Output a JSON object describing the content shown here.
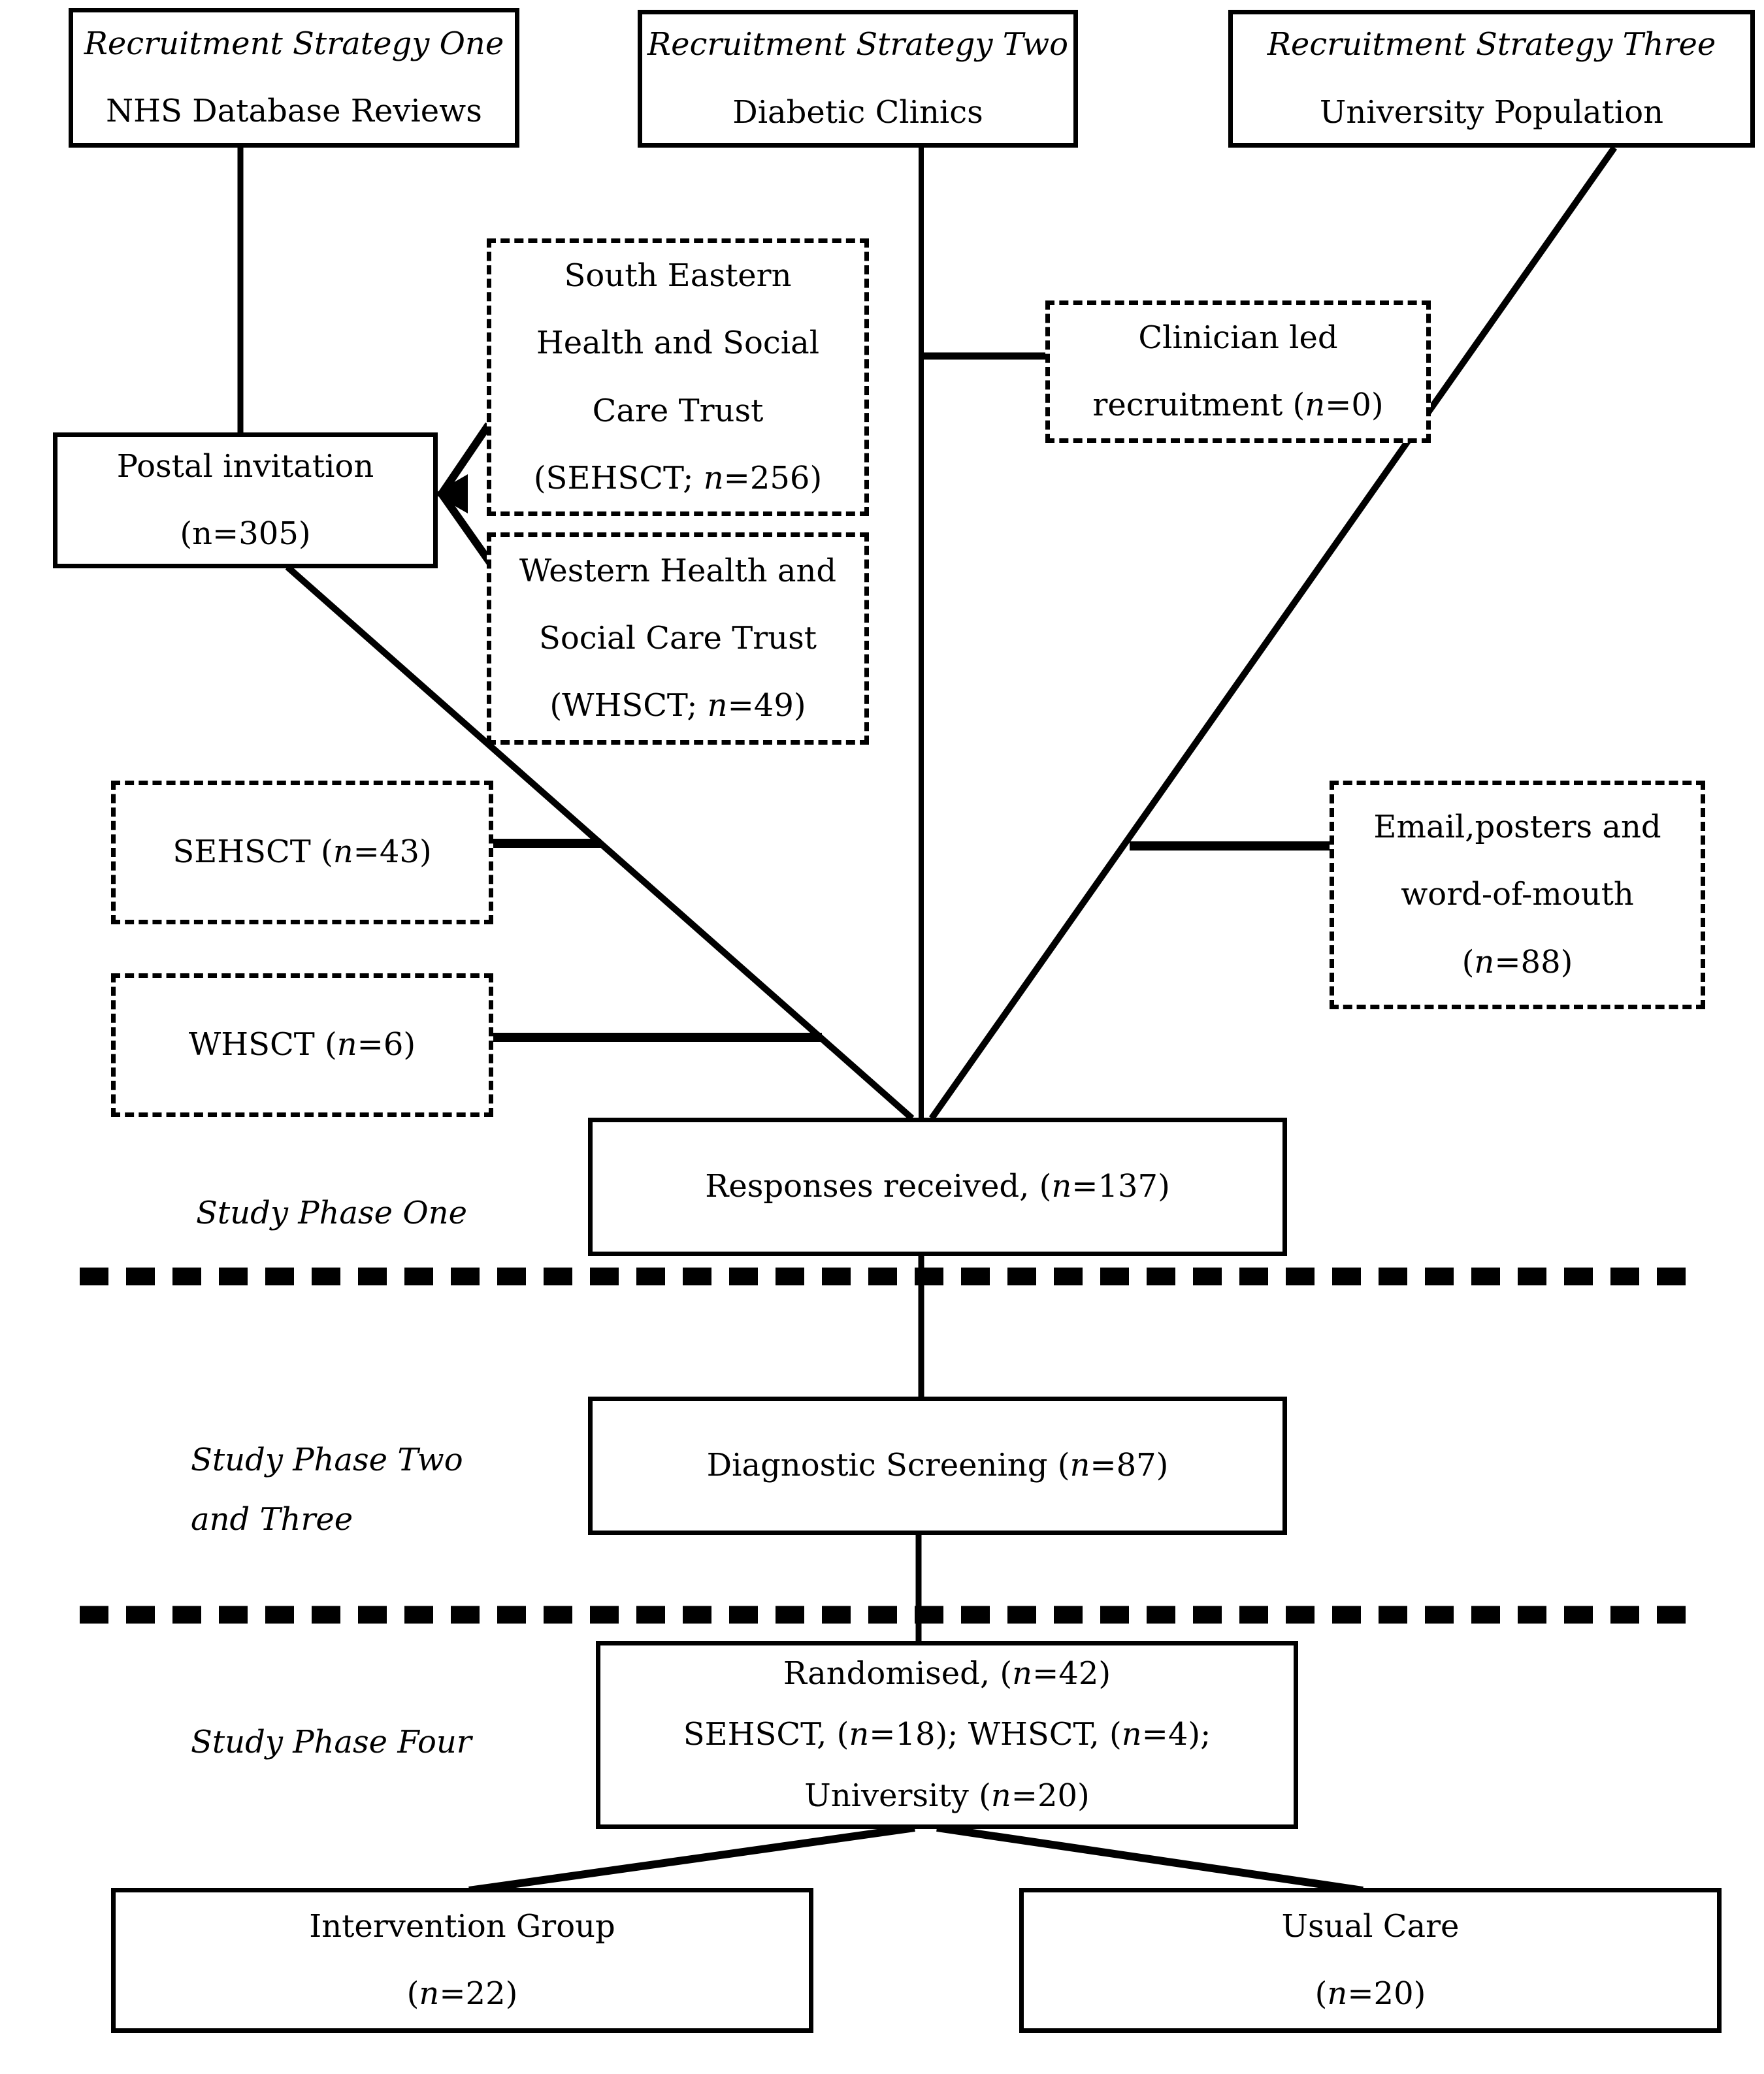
{
  "diagram": {
    "colors": {
      "line": "#000000",
      "background": "#ffffff"
    },
    "strategies": [
      {
        "title": "Recruitment Strategy One",
        "subtitle": "NHS Database Reviews"
      },
      {
        "title": "Recruitment Strategy Two",
        "subtitle": "Diabetic Clinics"
      },
      {
        "title": "Recruitment Strategy Three",
        "subtitle": "University Population"
      }
    ],
    "boxes": {
      "sehsct_db": {
        "lines": [
          [
            {
              "t": "South Eastern"
            }
          ],
          [
            {
              "t": "Health and Social"
            }
          ],
          [
            {
              "t": "Care Trust"
            }
          ],
          [
            {
              "t": "(SEHSCT; "
            },
            {
              "t": "n",
              "i": true
            },
            {
              "t": "=256)"
            }
          ]
        ]
      },
      "clinician": {
        "lines": [
          [
            {
              "t": "Clinician led"
            }
          ],
          [
            {
              "t": "recruitment ("
            },
            {
              "t": "n",
              "i": true
            },
            {
              "t": "=0)"
            }
          ]
        ]
      },
      "postal": {
        "lines": [
          [
            {
              "t": "Postal invitation"
            }
          ],
          [
            {
              "t": "(n=305)"
            }
          ]
        ]
      },
      "whsct_db": {
        "lines": [
          [
            {
              "t": "Western Health and"
            }
          ],
          [
            {
              "t": "Social Care Trust"
            }
          ],
          [
            {
              "t": "(WHSCT; "
            },
            {
              "t": "n",
              "i": true
            },
            {
              "t": "=49)"
            }
          ]
        ]
      },
      "sehsct_resp": {
        "lines": [
          [
            {
              "t": "SEHSCT ("
            },
            {
              "t": "n",
              "i": true
            },
            {
              "t": "=43)"
            }
          ]
        ]
      },
      "whsct_resp": {
        "lines": [
          [
            {
              "t": "WHSCT ("
            },
            {
              "t": "n",
              "i": true
            },
            {
              "t": "=6)"
            }
          ]
        ]
      },
      "email": {
        "lines": [
          [
            {
              "t": "Email,posters and"
            }
          ],
          [
            {
              "t": "word-of-mouth"
            }
          ],
          [
            {
              "t": "("
            },
            {
              "t": "n",
              "i": true
            },
            {
              "t": "=88)"
            }
          ]
        ]
      },
      "responses": {
        "lines": [
          [
            {
              "t": "Responses received, ("
            },
            {
              "t": "n",
              "i": true
            },
            {
              "t": "=137)"
            }
          ]
        ]
      },
      "diagnostic": {
        "lines": [
          [
            {
              "t": "Diagnostic Screening ("
            },
            {
              "t": "n",
              "i": true
            },
            {
              "t": "=87)"
            }
          ]
        ]
      },
      "randomised": {
        "lines": [
          [
            {
              "t": "Randomised, ("
            },
            {
              "t": "n",
              "i": true
            },
            {
              "t": "=42)"
            }
          ],
          [
            {
              "t": "SEHSCT, ("
            },
            {
              "t": "n",
              "i": true
            },
            {
              "t": "=18); WHSCT, ("
            },
            {
              "t": "n",
              "i": true
            },
            {
              "t": "=4);"
            }
          ],
          [
            {
              "t": "University ("
            },
            {
              "t": "n",
              "i": true
            },
            {
              "t": "=20)"
            }
          ]
        ]
      },
      "intervention": {
        "lines": [
          [
            {
              "t": "Intervention Group"
            }
          ],
          [
            {
              "t": "("
            },
            {
              "t": "n",
              "i": true
            },
            {
              "t": "=22)"
            }
          ]
        ]
      },
      "usual_care": {
        "lines": [
          [
            {
              "t": "Usual Care"
            }
          ],
          [
            {
              "t": "("
            },
            {
              "t": "n",
              "i": true
            },
            {
              "t": "=20)"
            }
          ]
        ]
      }
    },
    "phase_labels": {
      "one": "Study Phase One",
      "two_three": "Study Phase Two and Three",
      "four": "Study Phase Four"
    }
  }
}
